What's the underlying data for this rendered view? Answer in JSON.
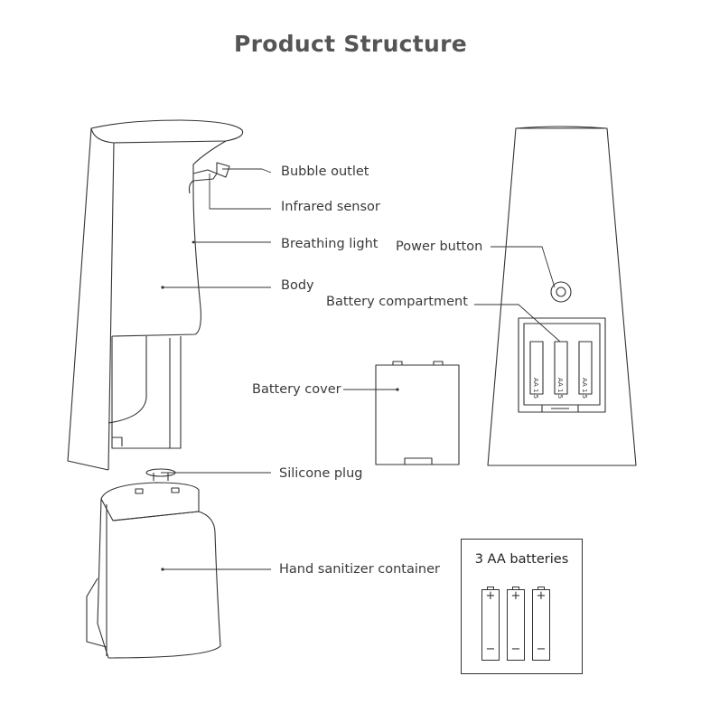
{
  "title": "Product Structure",
  "labels": {
    "bubble_outlet": "Bubble outlet",
    "infrared_sensor": "Infrared sensor",
    "breathing_light": "Breathing light",
    "body": "Body",
    "power_button": "Power button",
    "battery_compartment": "Battery compartment",
    "battery_cover": "Battery cover",
    "silicone_plug": "Silicone plug",
    "hand_sanitizer_container": "Hand sanitizer container"
  },
  "batteries": {
    "title": "3 AA batteries",
    "count": 3,
    "plus_symbol": "+",
    "minus_symbol": "−",
    "compartment_marking": "AA 1.5"
  },
  "colors": {
    "line": "#333333",
    "text": "#3a3a3a",
    "title": "#555555"
  }
}
